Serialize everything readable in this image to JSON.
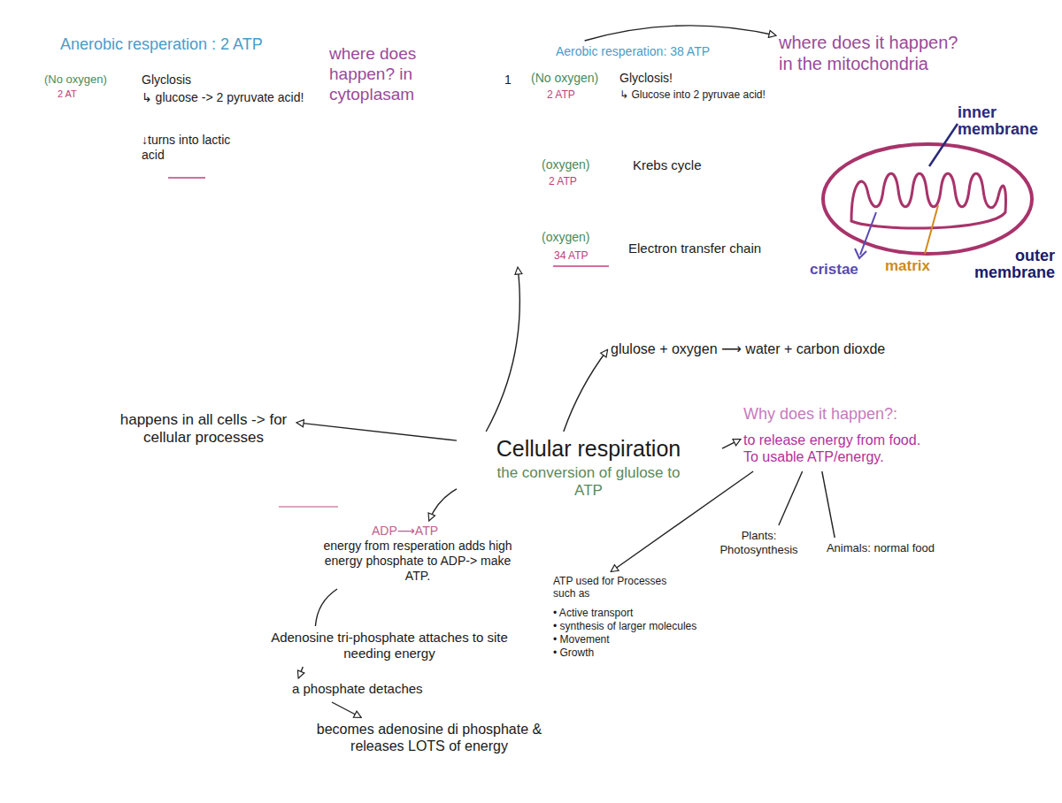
{
  "diagram": {
    "nodes": [
      {
        "text": [
          "Cellular respiration",
          "the conversion of glulose to ATP"
        ]
      },
      {
        "text": [
          "happens in all cells -> for cellular processes"
        ]
      },
      {
        "text": [
          "Anerobic resperation : 2 ATP",
          "(No oxygen)",
          "2 AT",
          "Glyclosis",
          "↳ glucose -> 2 pyruvate acid!",
          "↓turns into lactic acid"
        ]
      },
      {
        "text": [
          "where does happen? in cytoplasam"
        ]
      },
      {
        "text": [
          "Aerobic resperation: 38 ATP",
          "1",
          "(No oxygen)",
          "2 ATP",
          "Glyclosis!",
          "↳ Glucose into 2 pyruvae acid!",
          "(oxygen)",
          "2 ATP",
          "Krebs cycle",
          "(oxygen)",
          "34 ATP",
          "Electron transfer chain"
        ]
      },
      {
        "text": [
          "where does it happen? in the mitochondria"
        ]
      },
      {
        "text": [
          "glulose + oxygen ⟶ water + carbon dioxde"
        ]
      },
      {
        "text": [
          "Why does it happen?:",
          "to release energy from food. To usable ATP/energy."
        ]
      },
      {
        "text": [
          "Plants: Photosynthesis"
        ]
      },
      {
        "text": [
          "Animals: normal food"
        ]
      },
      {
        "text": [
          "ATP used for Processes such as",
          "• Active transport",
          "• synthesis of larger molecules",
          "• Movement",
          "• Growth"
        ]
      },
      {
        "text": [
          "ADP⟶ATP",
          "energy from resperation adds high energy phosphate to ADP-> make ATP."
        ]
      },
      {
        "text": [
          "Adenosine tri-phosphate attaches to site needing energy"
        ]
      },
      {
        "text": [
          "a phosphate detaches"
        ]
      },
      {
        "text": [
          "becomes adenosine di phosphate & releases LOTS of energy"
        ]
      }
    ],
    "edges": [
      {
        "from": 0,
        "to": 1,
        "arrow": "to"
      },
      {
        "from": 0,
        "to": 4,
        "arrow": "to"
      },
      {
        "from": 0,
        "to": 6,
        "arrow": "to"
      },
      {
        "from": 0,
        "to": 7,
        "arrow": "to"
      },
      {
        "from": 0,
        "to": 11,
        "arrow": "to"
      },
      {
        "from": 7,
        "to": 10,
        "arrow": "to"
      },
      {
        "from": 7,
        "to": 8,
        "arrow": "none"
      },
      {
        "from": 7,
        "to": 9,
        "arrow": "none"
      },
      {
        "from": 11,
        "to": 12,
        "arrow": "none"
      },
      {
        "from": 12,
        "to": 13,
        "arrow": "to"
      },
      {
        "from": 13,
        "to": 14,
        "arrow": "to"
      },
      {
        "from": 4,
        "to": 5,
        "arrow": "to"
      }
    ],
    "labels": [
      "inner membrane",
      "cristae",
      "matrix",
      "outer membrane"
    ]
  }
}
